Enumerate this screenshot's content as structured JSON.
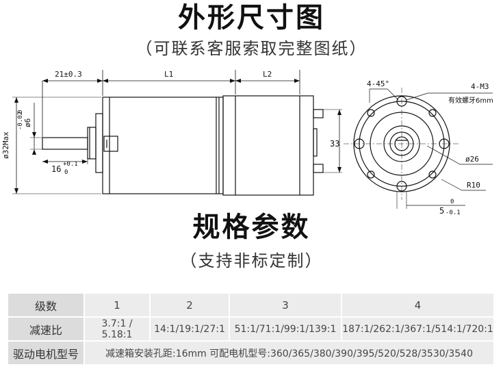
{
  "header": {
    "title": "外形尺寸图",
    "subtitle": "（可联系客服索取完整图纸）"
  },
  "drawing": {
    "dim_top_left": "21±0.3",
    "dim_l1": "L1",
    "dim_l2": "L2",
    "dim_shaft_dia_main": "ø6",
    "dim_shaft_dia_tol_top": "0",
    "dim_shaft_dia_tol_bot": "-0.02",
    "dim_body_dia": "ø32Max",
    "dim_16_main": "16",
    "dim_16_tol_top": "+0.1",
    "dim_16_tol_bot": "0",
    "dim_33": "33",
    "dim_chamfer": "4-45°",
    "dim_m3_line1": "4-M3",
    "dim_m3_line2": "有效螺牙6mm",
    "dim_26": "ø26",
    "dim_r10": "R10",
    "dim_5_main": "5",
    "dim_5_tol_top": "0",
    "dim_5_tol_bot": "-0.1"
  },
  "specs": {
    "title": "规格参数",
    "subtitle": "（支持非标定制）",
    "row_stage": {
      "label": "级数",
      "cells": [
        "1",
        "2",
        "3",
        "4"
      ]
    },
    "row_ratio": {
      "label": "减速比",
      "cells": [
        "3.7:1  /  5.18:1",
        "14:1/19:1/27:1",
        "51:1/71:1/99:1/139:1",
        "187:1/262:1/367:1/514:1/720:1"
      ]
    },
    "row_motor": {
      "label": "驱动电机型号",
      "text": "减速箱安装孔距:16mm   可配电机型号:360/365/380/390/395/520/528/3530/3540"
    }
  }
}
